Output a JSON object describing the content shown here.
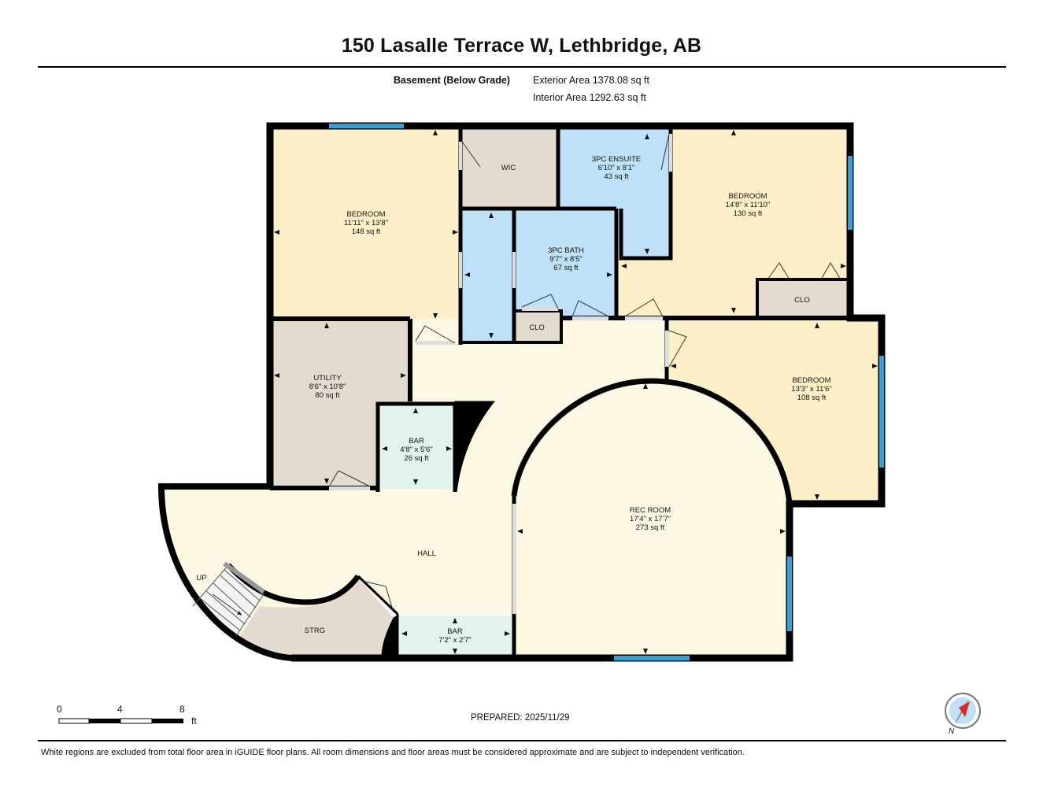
{
  "title": "150 Lasalle Terrace W, Lethbridge, AB",
  "floor": {
    "name": "Basement (Below Grade)",
    "exterior_area": "Exterior Area 1378.08 sq ft",
    "interior_area": "Interior Area 1292.63 sq ft"
  },
  "rooms": {
    "bedroom1": {
      "name": "BEDROOM",
      "dims": "11'11\" x 13'8\"",
      "area": "148 sq ft"
    },
    "wic": {
      "name": "WIC"
    },
    "ensuite": {
      "name": "3PC ENSUITE",
      "dims": "6'10\" x 8'1\"",
      "area": "43 sq ft"
    },
    "bedroom2": {
      "name": "BEDROOM",
      "dims": "14'8\" x 11'10\"",
      "area": "130 sq ft"
    },
    "bath": {
      "name": "3PC BATH",
      "dims": "9'7\" x 8'5\"",
      "area": "67 sq ft"
    },
    "clo1": {
      "name": "CLO"
    },
    "clo2": {
      "name": "CLO"
    },
    "utility": {
      "name": "UTILITY",
      "dims": "8'6\" x 10'8\"",
      "area": "80 sq ft"
    },
    "bedroom3": {
      "name": "BEDROOM",
      "dims": "13'3\" x 11'6\"",
      "area": "108 sq ft"
    },
    "bar1": {
      "name": "BAR",
      "dims": "4'8\" x 5'6\"",
      "area": "26 sq ft"
    },
    "rec": {
      "name": "REC ROOM",
      "dims": "17'4\" x 17'7\"",
      "area": "273 sq ft"
    },
    "hall": {
      "name": "HALL"
    },
    "up": {
      "name": "UP"
    },
    "strg": {
      "name": "STRG"
    },
    "bar2": {
      "name": "BAR",
      "dims": "7'2\" x 2'7\""
    }
  },
  "scale": {
    "ticks": [
      "0",
      "4",
      "8"
    ],
    "unit": "ft"
  },
  "prepared": "PREPARED: 2025/11/29",
  "compass": {
    "label": "N"
  },
  "disclaimer": "White regions are excluded from total floor area in iGUIDE floor plans. All room dimensions and floor areas must be considered approximate and are subject to independent verification.",
  "colors": {
    "bedroom": "#fdf0c8",
    "bath": "#bfe1f7",
    "closet": "#e3dbcf",
    "hall": "#fdf8e3",
    "bar": "#e2f2ec",
    "wall": "#000000",
    "window": "#3b9fd6"
  }
}
